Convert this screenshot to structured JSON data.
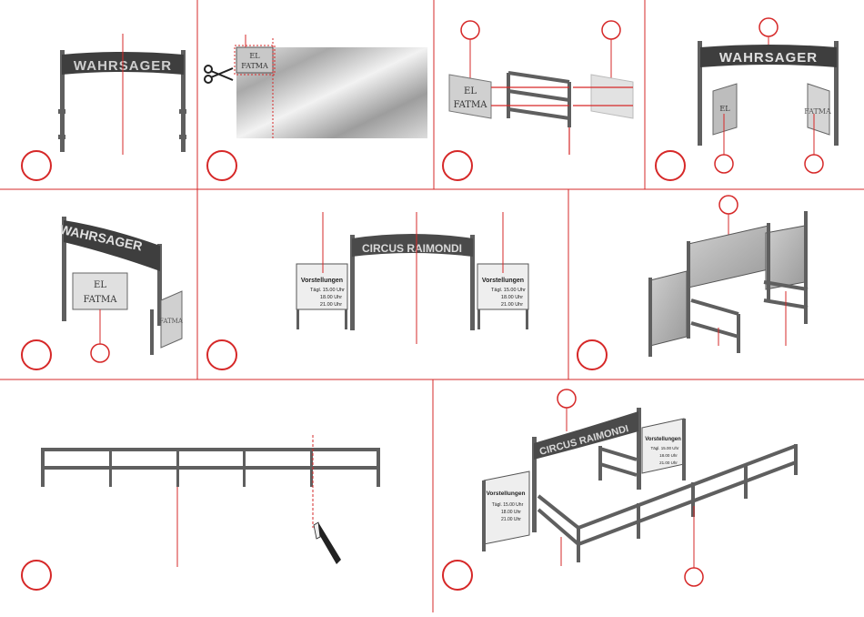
{
  "colors": {
    "accent_red": "#d62828",
    "frame_gray": "#5f5f5f",
    "banner_dark": "#3e3e3e",
    "panel_light": "#d8d8d8",
    "divider": "#d62828"
  },
  "signs": {
    "wahrsager": "WAHRSAGER",
    "el": "EL",
    "fatma": "FATMA",
    "circus": "CIRCUS RAIMONDI",
    "vorstellungen": "Vorstellungen",
    "time1": "Tägl. 15.00 Uhr",
    "time2": "18.00 Uhr",
    "time3": "21.00 Uhr"
  },
  "icons": {
    "scissors": "scissors-icon",
    "knife": "hobby-knife-icon"
  }
}
